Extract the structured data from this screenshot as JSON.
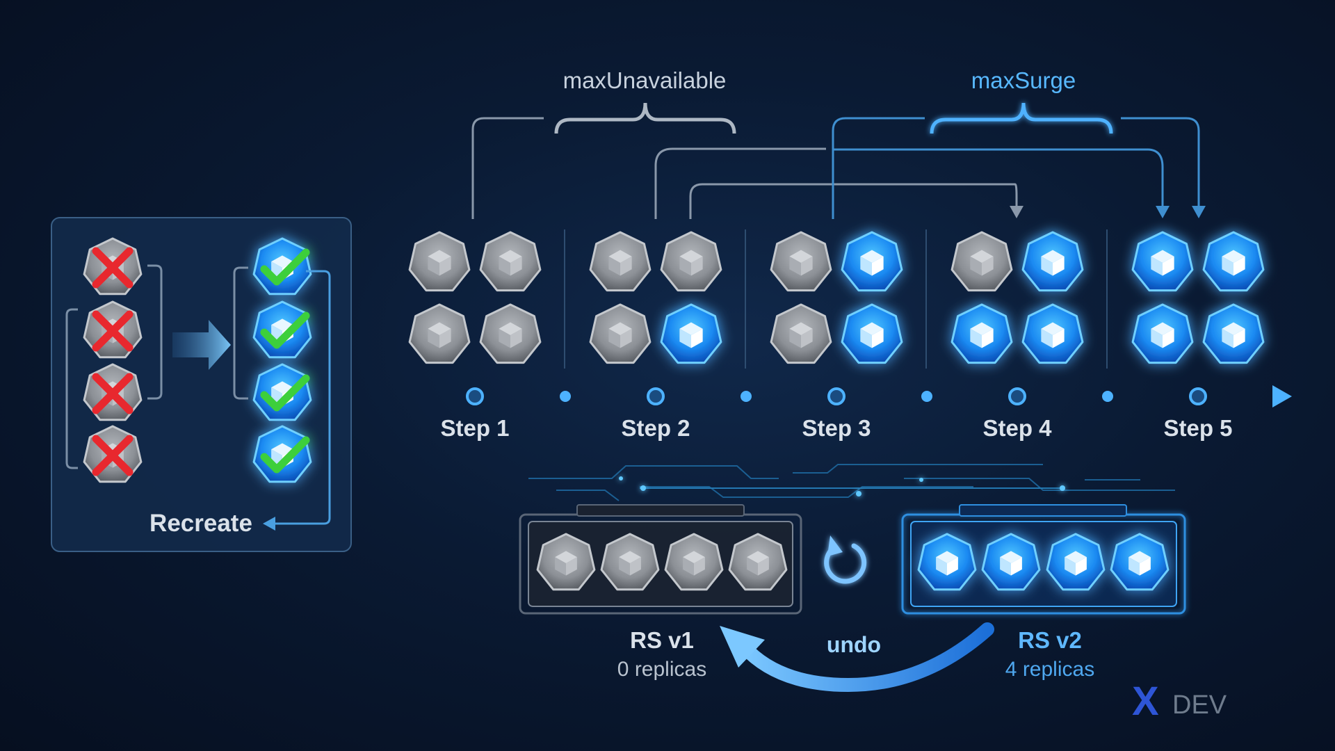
{
  "labels": {
    "max_unavailable": "maxUnavailable",
    "max_surge": "maxSurge",
    "recreate": "Recreate",
    "undo": "undo",
    "brand_mark": "X",
    "brand_text": "DEV"
  },
  "steps": [
    {
      "label": "Step 1",
      "pods": [
        "old",
        "old",
        "old",
        "old"
      ]
    },
    {
      "label": "Step 2",
      "pods": [
        "old",
        "old",
        "old",
        "new"
      ]
    },
    {
      "label": "Step 3",
      "pods": [
        "old",
        "new",
        "old",
        "new"
      ]
    },
    {
      "label": "Step 4",
      "pods": [
        "old",
        "new",
        "new",
        "new"
      ]
    },
    {
      "label": "Step 5",
      "pods": [
        "new",
        "new",
        "new",
        "new"
      ]
    }
  ],
  "replica_sets": [
    {
      "name": "RS v1",
      "replicas": "0 replicas",
      "pod_state": "old",
      "pod_count": 4
    },
    {
      "name": "RS v2",
      "replicas": "4 replicas",
      "pod_state": "new",
      "pod_count": 4
    }
  ],
  "recreate_panel": {
    "old_pods": [
      "failed",
      "failed",
      "failed",
      "failed"
    ],
    "new_pods": [
      "ready",
      "ready",
      "ready",
      "ready"
    ]
  },
  "colors": {
    "old_pod": "#8e9298",
    "new_pod": "#1d8ef5",
    "timeline": "#4db2ff",
    "failed_mark": "#e8282e",
    "ready_mark": "#3ccf3a",
    "brand_mark": "#2e55d6",
    "surge_label": "#58b8ff",
    "unavailable_label": "#c8d2de"
  }
}
